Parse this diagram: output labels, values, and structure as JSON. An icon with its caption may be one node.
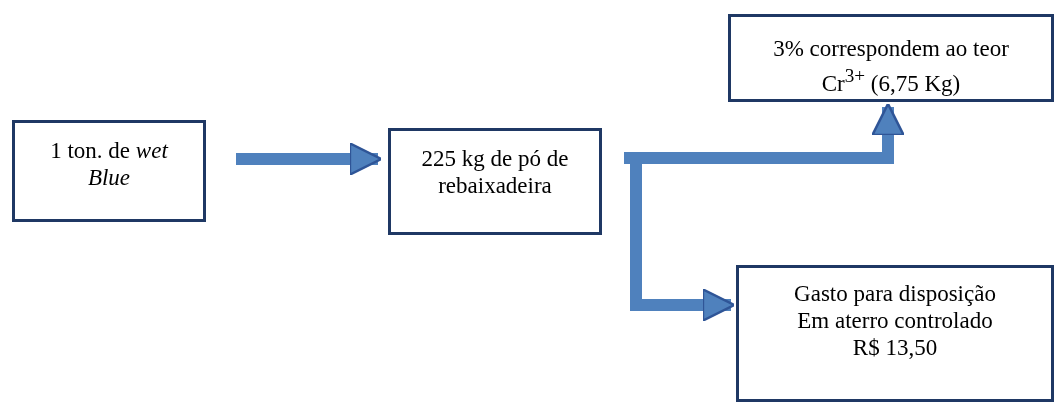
{
  "diagram": {
    "nodes": [
      {
        "text": [
          "1 ton. de *wet Blue*"
        ]
      },
      {
        "text": [
          "225 kg de pó de rebaixadeira"
        ]
      },
      {
        "text": [
          "3% correspondem ao teor Cr$^{3+}$ (6,75 Kg)"
        ]
      },
      {
        "text": [
          "Gasto para disposição Em aterro controlado",
          "R$ 13,50"
        ]
      }
    ],
    "edges": [
      {
        "from": 0,
        "to": 1,
        "arrow": "to"
      },
      {
        "from": 1,
        "to": 2,
        "arrow": "to"
      },
      {
        "from": 1,
        "to": 3,
        "arrow": "to"
      }
    ]
  }
}
